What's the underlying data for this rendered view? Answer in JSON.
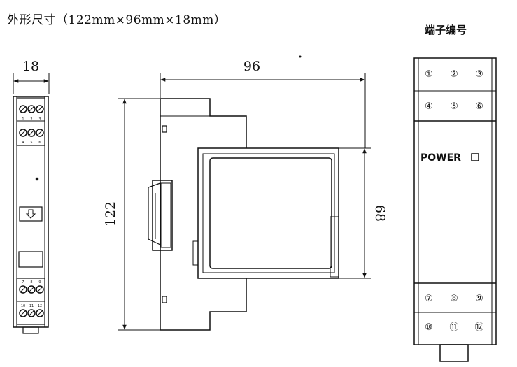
{
  "title": "外形尺寸（122mm×96mm×18mm）",
  "terminal_heading": "端子编号",
  "dimensions": {
    "width": "18",
    "depth": "96",
    "height": "122",
    "inner_height": "68"
  },
  "side_view": {
    "top_terminals": [
      "1",
      "2",
      "3",
      "4",
      "5",
      "6"
    ],
    "bottom_terminals": [
      "7",
      "8",
      "9",
      "10",
      "11",
      "12"
    ]
  },
  "terminal_panel": {
    "top_row1": [
      "①",
      "②",
      "③"
    ],
    "top_row2": [
      "④",
      "⑤",
      "⑥"
    ],
    "power_label": "POWER",
    "bottom_row1": [
      "⑦",
      "⑧",
      "⑨"
    ],
    "bottom_row2": [
      "⑩",
      "⑪",
      "⑫"
    ]
  }
}
